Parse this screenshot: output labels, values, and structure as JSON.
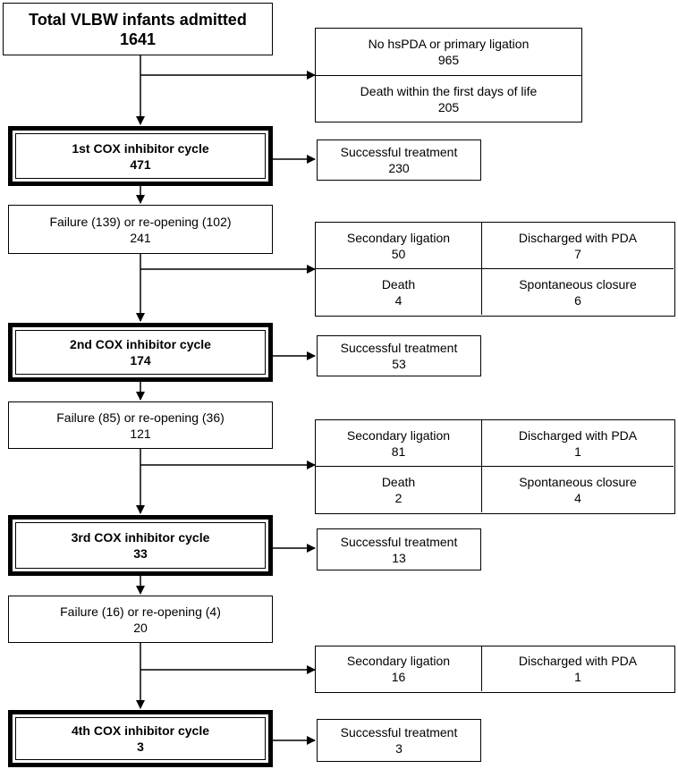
{
  "total": {
    "label": "Total VLBW infants admitted",
    "count": "1641"
  },
  "excluded": {
    "no_hspda": {
      "label": "No hsPDA or primary ligation",
      "count": "965"
    },
    "death_early": {
      "label": "Death within the first days of life",
      "count": "205"
    }
  },
  "cycle1": {
    "label": "1st COX inhibitor cycle",
    "count": "471"
  },
  "success1": {
    "label": "Successful treatment",
    "count": "230"
  },
  "failure1": {
    "label": "Failure (139) or re-opening (102)",
    "count": "241"
  },
  "outcomes1": {
    "secondary_ligation": {
      "label": "Secondary ligation",
      "count": "50"
    },
    "discharged_pda": {
      "label": "Discharged with PDA",
      "count": "7"
    },
    "death": {
      "label": "Death",
      "count": "4"
    },
    "spontaneous_closure": {
      "label": "Spontaneous closure",
      "count": "6"
    }
  },
  "cycle2": {
    "label": "2nd COX inhibitor cycle",
    "count": "174"
  },
  "success2": {
    "label": "Successful treatment",
    "count": "53"
  },
  "failure2": {
    "label": "Failure (85) or re-opening (36)",
    "count": "121"
  },
  "outcomes2": {
    "secondary_ligation": {
      "label": "Secondary ligation",
      "count": "81"
    },
    "discharged_pda": {
      "label": "Discharged with PDA",
      "count": "1"
    },
    "death": {
      "label": "Death",
      "count": "2"
    },
    "spontaneous_closure": {
      "label": "Spontaneous closure",
      "count": "4"
    }
  },
  "cycle3": {
    "label": "3rd COX inhibitor cycle",
    "count": "33"
  },
  "success3": {
    "label": "Successful treatment",
    "count": "13"
  },
  "failure3": {
    "label": "Failure (16) or re-opening (4)",
    "count": "20"
  },
  "outcomes3": {
    "secondary_ligation": {
      "label": "Secondary ligation",
      "count": "16"
    },
    "discharged_pda": {
      "label": "Discharged with PDA",
      "count": "1"
    }
  },
  "cycle4": {
    "label": "4th COX inhibitor cycle",
    "count": "3"
  },
  "success4": {
    "label": "Successful treatment",
    "count": "3"
  }
}
